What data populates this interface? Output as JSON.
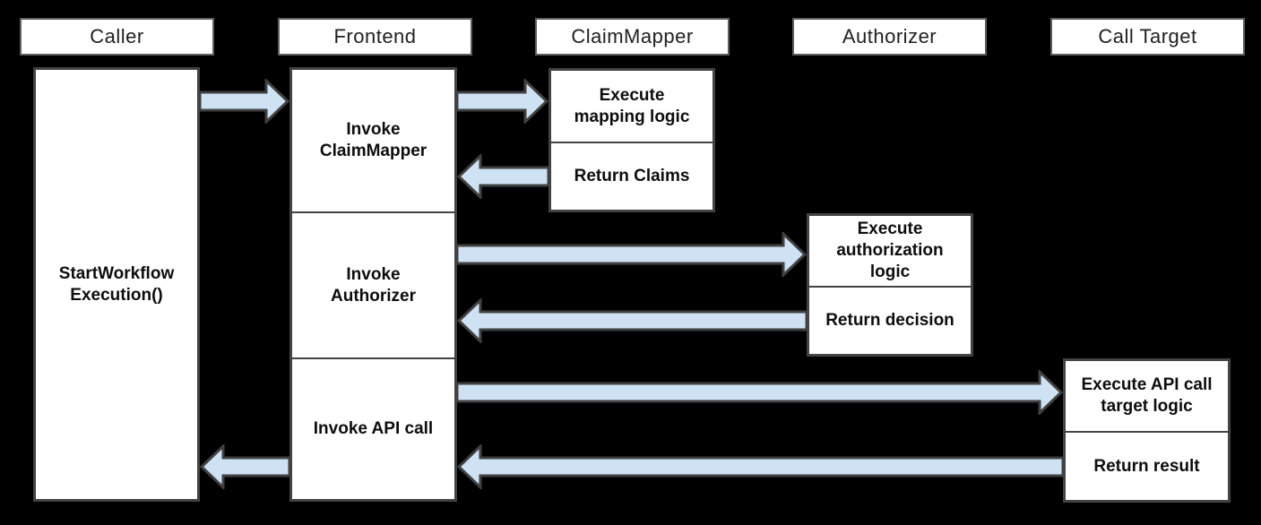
{
  "diagram_type": "sequence-diagram",
  "colors": {
    "background": "#000000",
    "box_fill": "#ffffff",
    "box_border": "#434343",
    "header_border": "#5f5f5f",
    "arrow_fill": "#cfe2f3",
    "arrow_outline": "#404040",
    "header_text": "#212121",
    "body_text": "#0d0d0d"
  },
  "actors": [
    {
      "label": "Caller"
    },
    {
      "label": "Frontend"
    },
    {
      "label": "ClaimMapper"
    },
    {
      "label": "Authorizer"
    },
    {
      "label": "Call Target"
    }
  ],
  "lifelines": {
    "caller": {
      "activity": {
        "lines": [
          "StartWorkflow",
          "Execution()"
        ]
      }
    },
    "frontend": {
      "steps": [
        {
          "lines": [
            "Invoke",
            "ClaimMapper"
          ]
        },
        {
          "lines": [
            "Invoke",
            "Authorizer"
          ]
        },
        {
          "lines": [
            "Invoke API call"
          ]
        }
      ]
    },
    "claimmapper": {
      "steps": [
        {
          "lines": [
            "Execute",
            "mapping logic"
          ]
        },
        {
          "lines": [
            "Return Claims"
          ]
        }
      ]
    },
    "authorizer": {
      "steps": [
        {
          "lines": [
            "Execute",
            "authorization",
            "logic"
          ]
        },
        {
          "lines": [
            "Return decision"
          ]
        }
      ]
    },
    "calltarget": {
      "steps": [
        {
          "lines": [
            "Execute API call",
            "target logic"
          ]
        },
        {
          "lines": [
            "Return result"
          ]
        }
      ]
    }
  },
  "messages": [
    {
      "from": "Caller",
      "to": "Frontend",
      "kind": "call"
    },
    {
      "from": "Frontend",
      "to": "ClaimMapper",
      "kind": "call"
    },
    {
      "from": "ClaimMapper",
      "to": "Frontend",
      "kind": "return"
    },
    {
      "from": "Frontend",
      "to": "Authorizer",
      "kind": "call"
    },
    {
      "from": "Authorizer",
      "to": "Frontend",
      "kind": "return"
    },
    {
      "from": "Frontend",
      "to": "Call Target",
      "kind": "call"
    },
    {
      "from": "Call Target",
      "to": "Frontend",
      "kind": "return"
    },
    {
      "from": "Frontend",
      "to": "Caller",
      "kind": "return"
    }
  ]
}
